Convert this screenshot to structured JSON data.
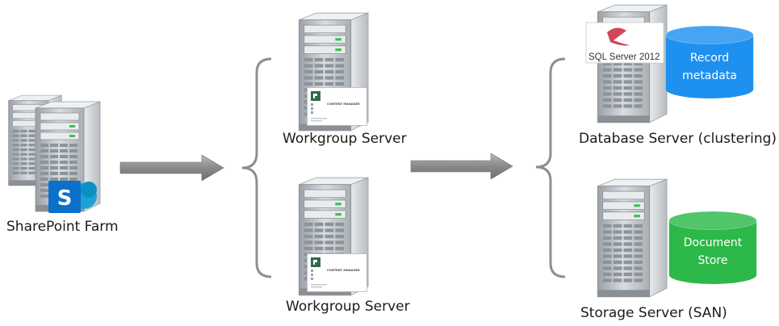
{
  "nodes": {
    "sharepoint_farm": {
      "label": "SharePoint Farm",
      "icon": "sharepoint-logo-icon",
      "icon_letter": "S"
    },
    "workgroup_server_1": {
      "label": "Workgroup Server",
      "card_text": "CONTENT MANAGER"
    },
    "workgroup_server_2": {
      "label": "Workgroup Server",
      "card_text": "CONTENT MANAGER"
    },
    "database_server": {
      "label": "Database Server (clustering)",
      "card_text": "SQL Server 2012"
    },
    "storage_server": {
      "label": "Storage Server (SAN)"
    }
  },
  "stores": {
    "record_metadata": {
      "line1": "Record",
      "line2": "metadata",
      "color": "#1e90f0"
    },
    "document_store": {
      "line1": "Document",
      "line2": "Store",
      "color": "#2db84a"
    }
  },
  "colors": {
    "arrow": "#8c8c8c",
    "bracket": "#8f8f8f",
    "server_body": "#c4c8cc",
    "sharepoint_blue": "#0b70c9",
    "content_manager_green": "#2f6b4a"
  }
}
